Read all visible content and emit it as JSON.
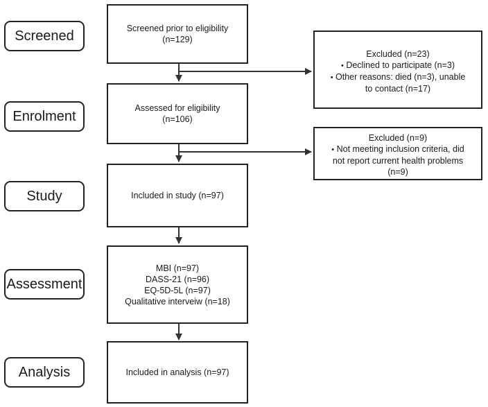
{
  "stages": {
    "screened": "Screened",
    "enrolment": "Enrolment",
    "study": "Study",
    "assessment": "Assessment",
    "analysis": "Analysis"
  },
  "boxes": {
    "screened": {
      "line1": "Screened prior to eligibility",
      "line2": "(n=129)"
    },
    "assessed": {
      "line1": "Assessed for eligibility",
      "line2": "(n=106)"
    },
    "included_study": {
      "line1": "Included in study (n=97)"
    },
    "assessment": {
      "line1": "MBI (n=97)",
      "line2": "DASS-21 (n=96)",
      "line3": "EQ-5D-5L (n=97)",
      "line4": "Qualitative interveiw (n=18)"
    },
    "included_analysis": {
      "line1": "Included in analysis (n=97)"
    }
  },
  "excluded_1": {
    "title": "Excluded  (n=23)",
    "bullet1": "Declined to participate (n=3)",
    "bullet2a": "Other reasons: died (n=3), unable",
    "bullet2b": "to contact (n=17)"
  },
  "excluded_2": {
    "title": "Excluded  (n=9)",
    "bullet1a": "Not meeting inclusion criteria, did",
    "bullet1b": "not report current health problems",
    "bullet1c": "(n=9)"
  },
  "bullet_glyph": "•"
}
